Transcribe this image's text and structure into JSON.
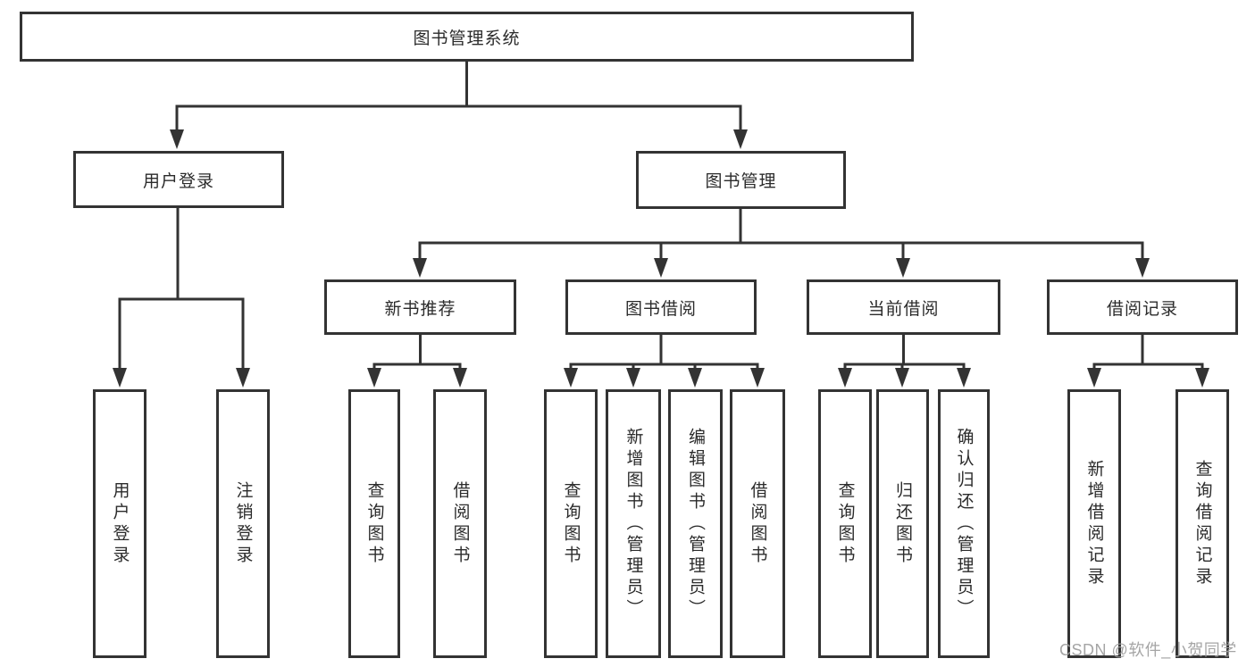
{
  "diagram": {
    "title": "图书管理系统",
    "root": {
      "label": "图书管理系统"
    },
    "level2": [
      {
        "label": "用户登录"
      },
      {
        "label": "图书管理"
      }
    ],
    "level3": [
      {
        "label": "新书推荐"
      },
      {
        "label": "图书借阅"
      },
      {
        "label": "当前借阅"
      },
      {
        "label": "借阅记录"
      }
    ],
    "leaves": {
      "user_login": [
        "用户登录",
        "注销登录"
      ],
      "new_books": [
        "查询图书",
        "借阅图书"
      ],
      "book_borrow": [
        "查询图书",
        "新增图书（管理员）",
        "编辑图书（管理员）",
        "借阅图书"
      ],
      "current_borrow": [
        "查询图书",
        "归还图书",
        "确认归还（管理员）"
      ],
      "borrow_records": [
        "新增借阅记录",
        "查询借阅记录"
      ]
    }
  },
  "watermark": "CSDN @软件_小贺同学",
  "colors": {
    "line": "#333333",
    "box_border": "#333333",
    "text": "#2b2b2b",
    "watermark": "#9e9e9e",
    "background": "#ffffff"
  }
}
